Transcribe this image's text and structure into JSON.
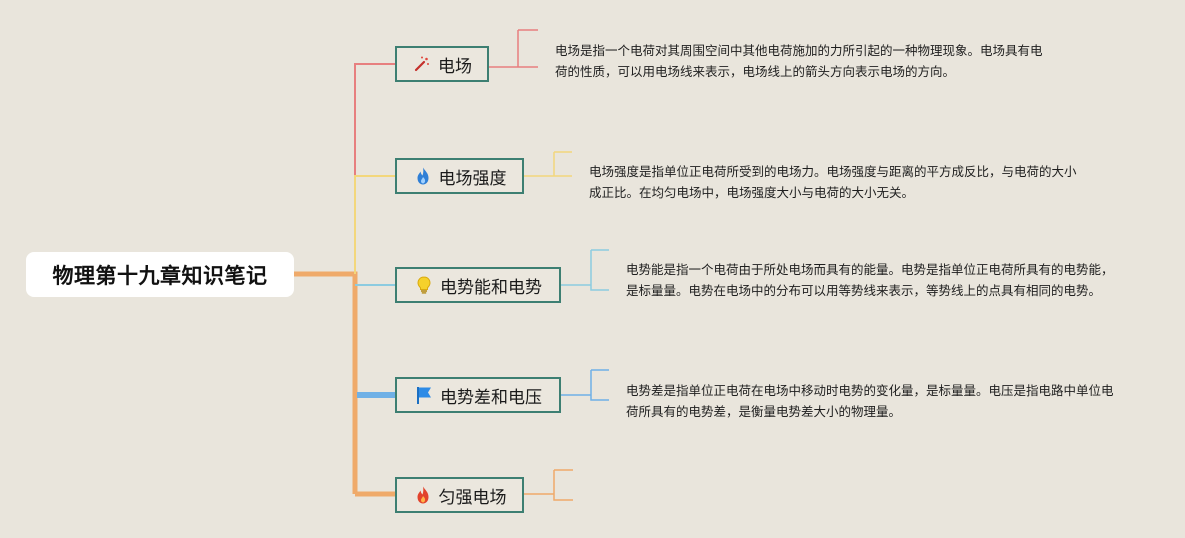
{
  "root": {
    "title": "物理第十九章知识笔记"
  },
  "branches": [
    {
      "label": "电场",
      "icon": "magic-wand-icon",
      "color": "#e77f7f",
      "note": "电场是指一个电荷对其周围空间中其他电荷施加的力所引起的一种物理现象。电场具有电荷的性质，可以用电场线来表示，电场线上的箭头方向表示电场的方向。"
    },
    {
      "label": "电场强度",
      "icon": "flame-blue-icon",
      "color": "#f3d77c",
      "note": "电场强度是指单位正电荷所受到的电场力。电场强度与距离的平方成反比，与电荷的大小成正比。在均匀电场中，电场强度大小与电荷的大小无关。"
    },
    {
      "label": "电势能和电势",
      "icon": "lightbulb-icon",
      "color": "#8ccbe0",
      "note": "电势能是指一个电荷由于所处电场而具有的能量。电势是指单位正电荷所具有的电势能，是标量量。电势在电场中的分布可以用等势线来表示，等势线上的点具有相同的电势。"
    },
    {
      "label": "电势差和电压",
      "icon": "blue-flag-icon",
      "color": "#6fb0e6",
      "note": "电势差是指单位正电荷在电场中移动时电势的变化量，是标量量。电压是指电路中单位电荷所具有的电势差，是衡量电势差大小的物理量。"
    },
    {
      "label": "匀强电场",
      "icon": "flame-red-icon",
      "color": "#efaa6a",
      "note": ""
    }
  ]
}
